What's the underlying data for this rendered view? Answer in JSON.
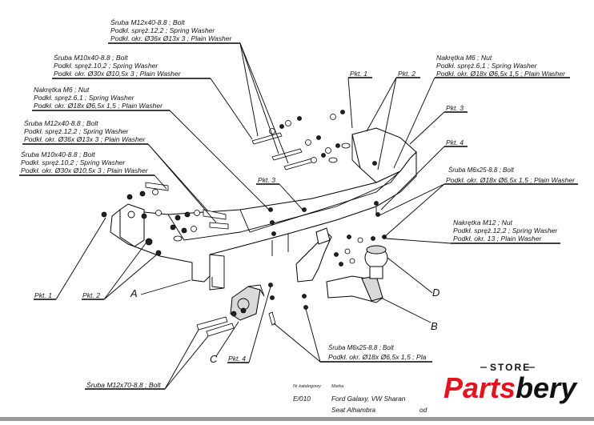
{
  "labels": {
    "bolt_top_1": "Śruba M12x40-8.8 ;  Bolt",
    "bolt_top_2": "Podkł. spręż.12,2 ; Spring Washer",
    "bolt_top_3": "Podkł. okr.  Ø36x Ø13x 3 ; Plain Washer",
    "bolt2_1": "Śruba M10x40-8.8 ;  Bolt",
    "bolt2_2": "Podkł. spręż.10,2 ; Spring Washer",
    "bolt2_3": "Podkł. okr.  Ø30x Ø10,5x 3 ; Plain Washer",
    "nut_l_1": "Nakrętka  M6 ; Nut",
    "nut_l_2": "Podkł. spręż.6,1 ; Spring Washer",
    "nut_l_3": "Podkł. okr.  Ø18x Ø6,5x 1,5 ; Plain Washer",
    "bolt3_1": "Śruba M12x40-8.8 ;  Bolt",
    "bolt3_2": "Podkł. spręż.12,2 ; Spring Washer",
    "bolt3_3": "Podkł. okr.  Ø36x Ø13x 3 ; Plain Washer",
    "bolt4_1": "Śruba M10x40-8.8 ;  Bolt",
    "bolt4_2": "Podkł. spręż.10,2 ; Spring Washer",
    "bolt4_3": "Podkł. okr.  Ø30x Ø10,5x 3 ; Plain Washer",
    "nut_r_1": "Nakrętka  M6 ; Nut",
    "nut_r_2": "Podkł. spręż.6,1 ; Spring Washer",
    "nut_r_3": "Podkł. okr.  Ø18x Ø6,5x 1,5 ; Plain Washer",
    "bolt_r_1": "Śruba M6x25-8.8 ; Bolt",
    "bolt_r_2": "Podkł. okr.  Ø18x Ø6,5x 1,5 ; Plain Washer",
    "nut12_1": "Nakrętka  M12 ; Nut",
    "nut12_2": "Podkł. spręż.12,2 ; Spring Washer",
    "nut12_3": "Podkł. okr. 13 ; Plain Washer",
    "bolt_b_1": "Śruba M6x25-8.8 ; Bolt",
    "bolt_b_2": "Podkł. okr.  Ø18x Ø6,5x 1,5 ; Pla",
    "bolt_m12x70": "Śruba M12x70-8.8 ;  Bolt"
  },
  "points": {
    "pkt1_top": "Pkt. 1",
    "pkt2_top": "Pkt. 2",
    "pkt3_right": "Pkt. 3",
    "pkt4_right": "Pkt. 4",
    "pkt3_mid": "Pkt. 3",
    "pkt1_left": "Pkt. 1",
    "pkt2_left": "Pkt. 2",
    "pkt4_bottom": "Pkt. 4"
  },
  "letters": {
    "a": "A",
    "b": "B",
    "c": "C",
    "d": "D"
  },
  "footer": {
    "catalog_label": "Nr katalogowy",
    "catalog_value": "E/010",
    "make_label": "Marka",
    "vehicle_1": "Ford Galaxy, VW Sharan",
    "vehicle_2": "Seat Alhambra",
    "from": "od"
  },
  "logo": {
    "store": "STORE",
    "parts": "Parts",
    "bery": "bery",
    "accent_color": "#e2141c"
  }
}
